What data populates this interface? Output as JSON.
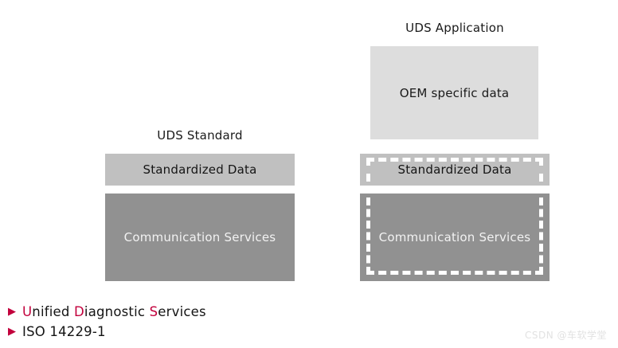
{
  "diagram": {
    "left_column": {
      "title": "UDS Standard",
      "layers": [
        {
          "label": "Standardized Data",
          "fill": "#c0c0c0",
          "text_color": "#151515"
        },
        {
          "label": "Communication Services",
          "fill": "#919191",
          "text_color": "#f2f2f2"
        }
      ]
    },
    "right_column": {
      "title": "UDS Application",
      "layers": [
        {
          "label": "OEM specific data",
          "fill": "#dddddd",
          "text_color": "#1a1a1a"
        },
        {
          "label": "Standardized Data",
          "fill": "#c0c0c0",
          "text_color": "#151515"
        },
        {
          "label": "Communication Services",
          "fill": "#919191",
          "text_color": "#f2f2f2"
        }
      ],
      "highlight": {
        "style": "dashed",
        "color": "#ffffff"
      }
    }
  },
  "bullets": [
    {
      "marker": "▶",
      "segments": [
        {
          "text": "U",
          "accent": true
        },
        {
          "text": "nified ",
          "accent": false
        },
        {
          "text": "D",
          "accent": true
        },
        {
          "text": "iagnostic ",
          "accent": false
        },
        {
          "text": "S",
          "accent": true
        },
        {
          "text": "ervices",
          "accent": false
        }
      ],
      "plain": "Unified Diagnostic Services"
    },
    {
      "marker": "▶",
      "segments": [
        {
          "text": "ISO 14229-1",
          "accent": false
        }
      ],
      "plain": "ISO 14229-1"
    }
  ],
  "watermark": "CSDN @车软学堂",
  "colors": {
    "accent": "#c2003c",
    "light_gray": "#dddddd",
    "mid_gray": "#c0c0c0",
    "dark_gray": "#919191",
    "background": "#ffffff"
  }
}
